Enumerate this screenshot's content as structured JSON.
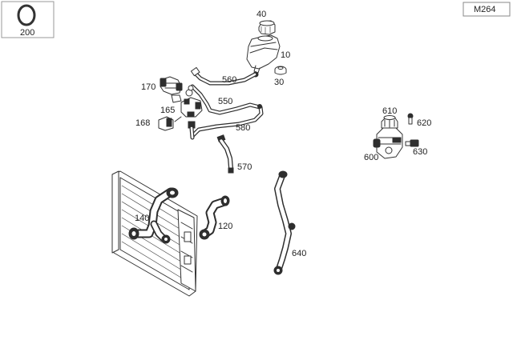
{
  "header": {
    "model_code": "M264",
    "inset_part_number": "200"
  },
  "callouts": {
    "p40": "40",
    "p10": "10",
    "p30": "30",
    "p560": "560",
    "p170": "170",
    "p550": "550",
    "p165": "165",
    "p168": "168",
    "p580": "580",
    "p570": "570",
    "p610": "610",
    "p620": "620",
    "p600": "600",
    "p630": "630",
    "p140": "140",
    "p120": "120",
    "p640": "640"
  }
}
